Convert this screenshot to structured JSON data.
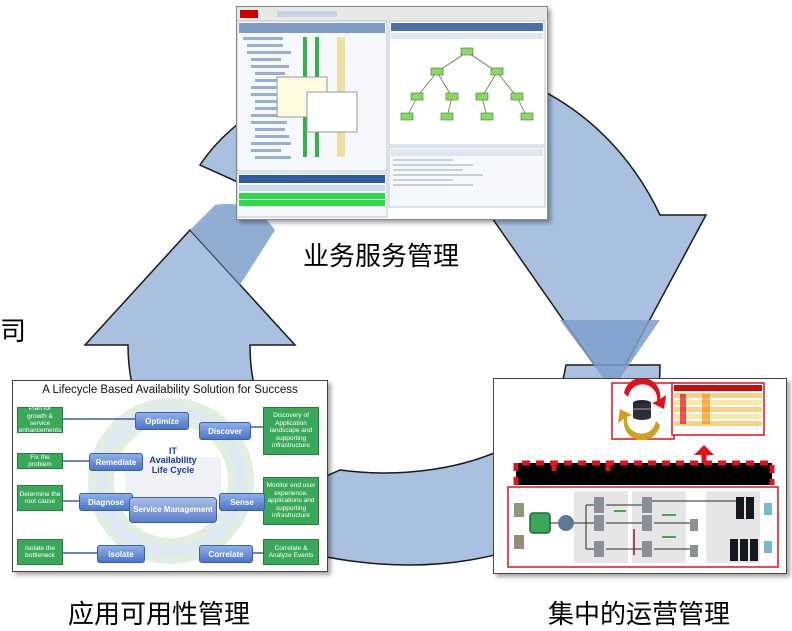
{
  "labels": {
    "top": "业务服务管理",
    "bottom_left": "应用可用性管理",
    "bottom_right": "集中的运营管理"
  },
  "lifecycle": {
    "title": "A Lifecycle Based Availability Solution for Success",
    "center_title": "IT Availability Life Cycle",
    "center_sub": "Service Management",
    "left_boxes": [
      "Plan for growth & service enhancements",
      "Fix the problem",
      "Determine the root cause",
      "Isolate the bottleneck"
    ],
    "right_boxes": [
      "Discovery of Application landscape and supporting infrastructure",
      "Monitor end user experience, applications and supporting infrastructure",
      "Correlate & Analyze Events"
    ],
    "stages": [
      "Optimize",
      "Discover",
      "Remediate",
      "Diagnose",
      "Sense",
      "Isolate",
      "Correlate"
    ]
  },
  "colors": {
    "arrow_fill": "#a9c0e0",
    "arrow_stroke": "#1a1a1a",
    "lifecycle_green": "#3aa85a",
    "lifecycle_blue": "#4d74c7",
    "ops_red": "#e0121b"
  }
}
